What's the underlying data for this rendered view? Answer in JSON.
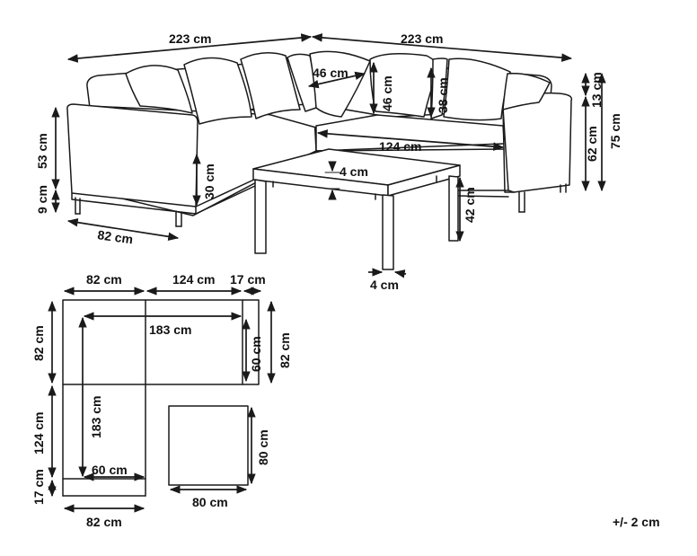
{
  "sofa_view": {
    "width_left": "223 cm",
    "width_right": "223 cm",
    "cushion_width": "46 cm",
    "cushion_height": "46 cm",
    "back_cushion_height": "38 cm",
    "armrest_height": "53 cm",
    "leg_height": "9 cm",
    "seat_height": "30 cm",
    "depth": "82 cm",
    "seat_length": "124 cm",
    "back_top": "13 cm",
    "seat_total_height": "62 cm",
    "total_height": "75 cm"
  },
  "table_view": {
    "top_thickness": "4 cm",
    "height": "42 cm",
    "leg_width": "4 cm"
  },
  "plan_view": {
    "top_left_width": "82 cm",
    "top_middle_width": "124 cm",
    "top_right_width": "17 cm",
    "inner_length": "183 cm",
    "inner_depth": "60 cm",
    "right_depth": "82 cm",
    "left_depth": "82 cm",
    "left_middle": "124 cm",
    "left_bottom": "17 cm",
    "inner_vertical": "183 cm",
    "inner_bottom": "60 cm",
    "bottom_width": "82 cm",
    "table_width": "80 cm",
    "table_depth": "80 cm"
  },
  "tolerance": "+/- 2 cm"
}
